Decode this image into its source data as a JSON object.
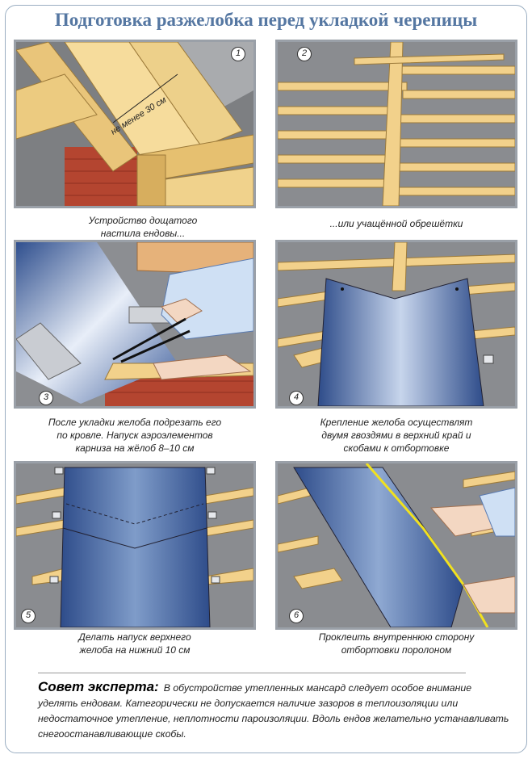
{
  "title": "Подготовка разжелобка перед укладкой черепицы",
  "panels": [
    {
      "number": "1",
      "annotation": "не менее 30 см",
      "caption_lines": [
        "Устройство дощатого",
        "настила ендовы..."
      ]
    },
    {
      "number": "2",
      "caption_lines": [
        "...или учащённой обрешётки"
      ]
    },
    {
      "number": "3",
      "caption_lines": [
        "После укладки желоба подрезать его",
        "по кровле. Напуск аэроэлементов",
        "карниза на жёлоб 8–10 см"
      ]
    },
    {
      "number": "4",
      "caption_lines": [
        "Крепление желоба осуществлят",
        "двумя гвоздями в верхний край и",
        "скобами к отбортовке"
      ]
    },
    {
      "number": "5",
      "caption_lines": [
        "Делать напуск верхнего",
        "желоба на нижний 10 см"
      ]
    },
    {
      "number": "6",
      "caption_lines": [
        "Проклеить внутреннюю сторону",
        "отбортовки поролоном"
      ]
    }
  ],
  "advice": {
    "heading": "Совет эксперта:",
    "text": "В обустройстве утепленных мансард следует особое внимание уделять ендовам. Категорически не допускается наличие зазоров в теплоизоляции или недостаточное утепление, неплотности пароизоляции. Вдоль ендов желательно устанавливать снегоостанавливающие скобы."
  },
  "colors": {
    "title": "#5577a2",
    "wood": "#f3d490",
    "metal": "#4a6aa8",
    "brick": "#b0402e",
    "frame": "#9aa0a8"
  }
}
